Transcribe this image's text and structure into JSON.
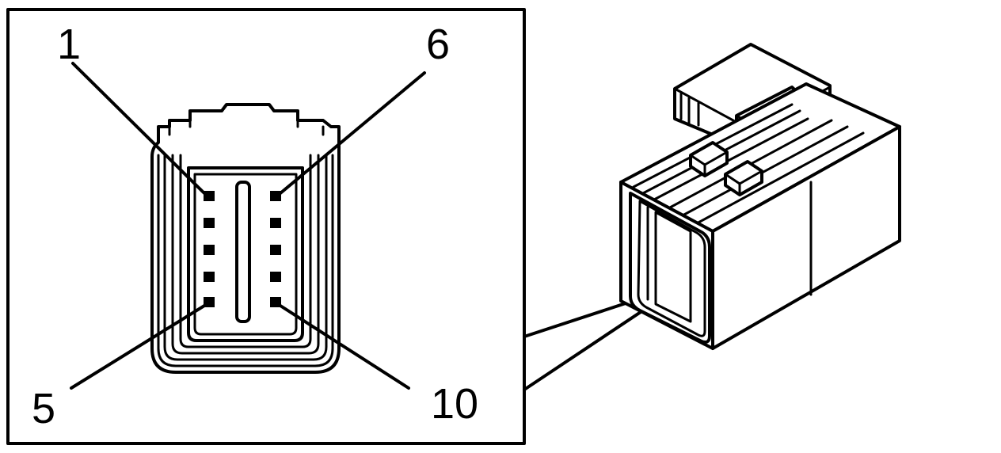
{
  "pin_labels": {
    "top_left": "1",
    "top_right": "6",
    "bottom_left": "5",
    "bottom_right": "10"
  },
  "colors": {
    "line": "#000000",
    "background": "#ffffff"
  }
}
